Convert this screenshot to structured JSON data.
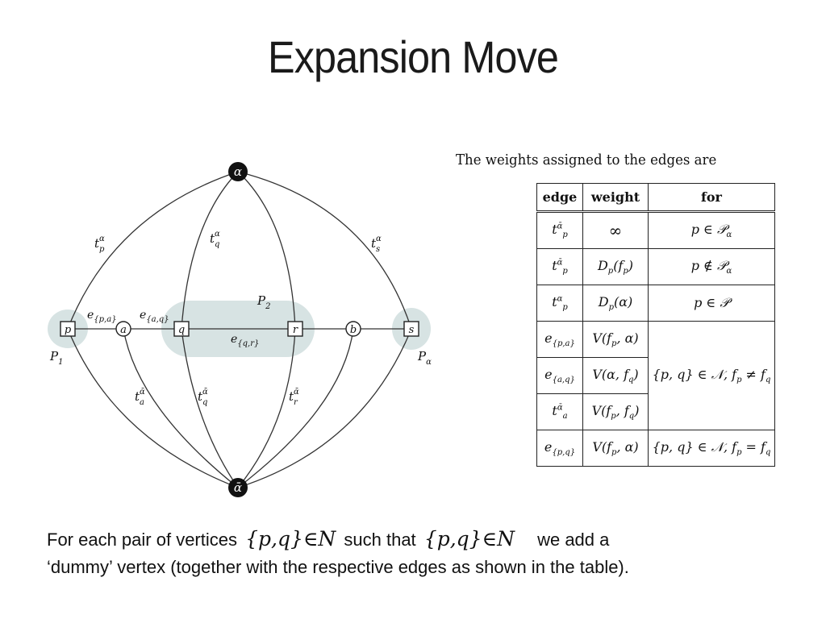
{
  "title": "Expansion Move",
  "graph": {
    "terminal_top": "α",
    "terminal_bottom": "ᾱ",
    "nodes": [
      "p",
      "a",
      "q",
      "r",
      "b",
      "s"
    ],
    "set_labels": {
      "P1": "P",
      "P1_sub": "1",
      "P2": "P",
      "P2_sub": "2",
      "Palpha": "P",
      "Palpha_sub": "α"
    },
    "edge_labels": {
      "tp": "t",
      "tp_sub": "p",
      "tp_sup": "α",
      "tq": "t",
      "tq_sub": "q",
      "tq_sup": "α",
      "ts": "t",
      "ts_sub": "s",
      "ts_sup": "α",
      "epa": "e",
      "epa_sub": "{p,a}",
      "eaq": "e",
      "eaq_sub": "{a,q}",
      "eqr": "e",
      "eqr_sub": "{q,r}",
      "ta_bot": "t",
      "ta_bot_sub": "a",
      "ta_bot_sup": "ᾱ",
      "tq_bot": "t",
      "tq_bot_sub": "q",
      "tq_bot_sup": "ᾱ",
      "tr_bot": "t",
      "tr_bot_sub": "r",
      "tr_bot_sup": "ᾱ"
    }
  },
  "weights_caption": "The weights assigned to the edges are",
  "table": {
    "headers": [
      "edge",
      "weight",
      "for"
    ],
    "rows": [
      {
        "edge": "t",
        "edge_sub": "p",
        "edge_sup": "ᾱ",
        "weight": "∞",
        "for": "p ∈ 𝒫",
        "for_sub": "α"
      },
      {
        "edge": "t",
        "edge_sub": "p",
        "edge_sup": "ᾱ",
        "weight": "D",
        "weight_sub": "p",
        "weight_rest": "(f",
        "weight_rest_sub": "p",
        "weight_end": ")",
        "for": "p ∉ 𝒫",
        "for_sub": "α"
      },
      {
        "edge": "t",
        "edge_sub": "p",
        "edge_sup": "α",
        "weight": "D",
        "weight_sub": "p",
        "weight_rest": "(α)",
        "for": "p ∈ 𝒫"
      },
      {
        "edge": "e",
        "edge_sub": "{p,a}",
        "weight": "V(f",
        "weight_sub": "p",
        "weight_rest": ", α)"
      },
      {
        "edge": "e",
        "edge_sub": "{a,q}",
        "weight": "V(α, f",
        "weight_sub": "q",
        "weight_rest": ")"
      },
      {
        "edge": "t",
        "edge_sub": "a",
        "edge_sup": "ᾱ",
        "weight": "V(f",
        "weight_sub": "p",
        "weight_rest": ", f",
        "weight_rest_sub": "q",
        "weight_end": ")"
      },
      {
        "edge": "e",
        "edge_sub": "{p,q}",
        "weight": "V(f",
        "weight_sub": "p",
        "weight_rest": ", α)"
      }
    ],
    "merged_for_1": "{p, q} ∈ 𝒩,  f",
    "merged_for_1_sub": "p",
    "merged_for_1_rest": " ≠ f",
    "merged_for_1_sub2": "q",
    "last_for": "{p, q} ∈ 𝒩,  f",
    "last_for_sub": "p",
    "last_for_rest": " = f",
    "last_for_sub2": "q"
  },
  "footer": {
    "part1": "For each pair of vertices",
    "math1": "{p,q}∈N",
    "part2": "such that",
    "math2": "{p,q}∈N",
    "part3": "we add a",
    "line2": "‘dummy’ vertex (together with the respective edges as shown in the table)."
  }
}
